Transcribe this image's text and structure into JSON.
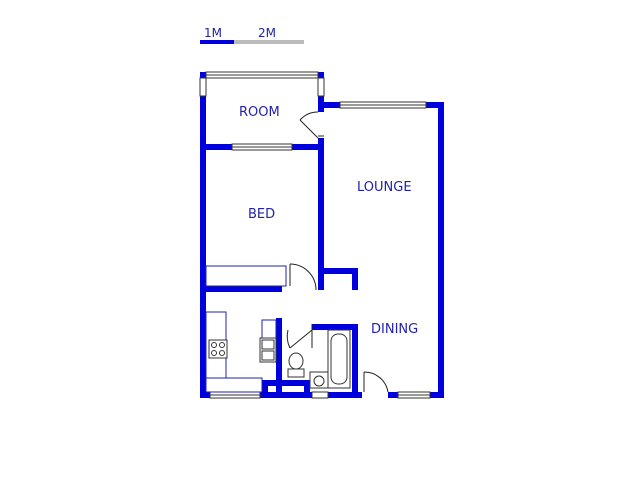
{
  "scale_bar": {
    "label_1": "1M",
    "label_2": "2M",
    "color_primary": "#0000dd",
    "color_secondary": "#bbbbbb"
  },
  "rooms": {
    "room": "ROOM",
    "lounge": "LOUNGE",
    "bed": "BED",
    "dining": "DINING"
  },
  "colors": {
    "wall": "#0000dd",
    "label": "#2222aa"
  }
}
